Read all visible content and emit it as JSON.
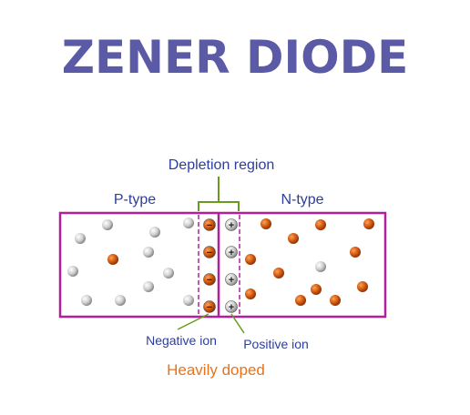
{
  "title": "ZENER DIODE",
  "labels": {
    "depletion_region": "Depletion region",
    "p_type": "P-type",
    "n_type": "N-type",
    "negative_ion": "Negative ion",
    "positive_ion": "Positive ion",
    "heavily_doped": "Heavily doped"
  },
  "ion_symbols": {
    "negative": "−",
    "positive": "+"
  },
  "colors": {
    "title": "#5a5aa6",
    "label_blue": "#2c3e9b",
    "accent_orange": "#e8731a",
    "box_border": "#b0209c",
    "bracket_green": "#6a9a1f",
    "dot_orange": "#d85d12",
    "dot_gray": "#bdbdbd"
  }
}
